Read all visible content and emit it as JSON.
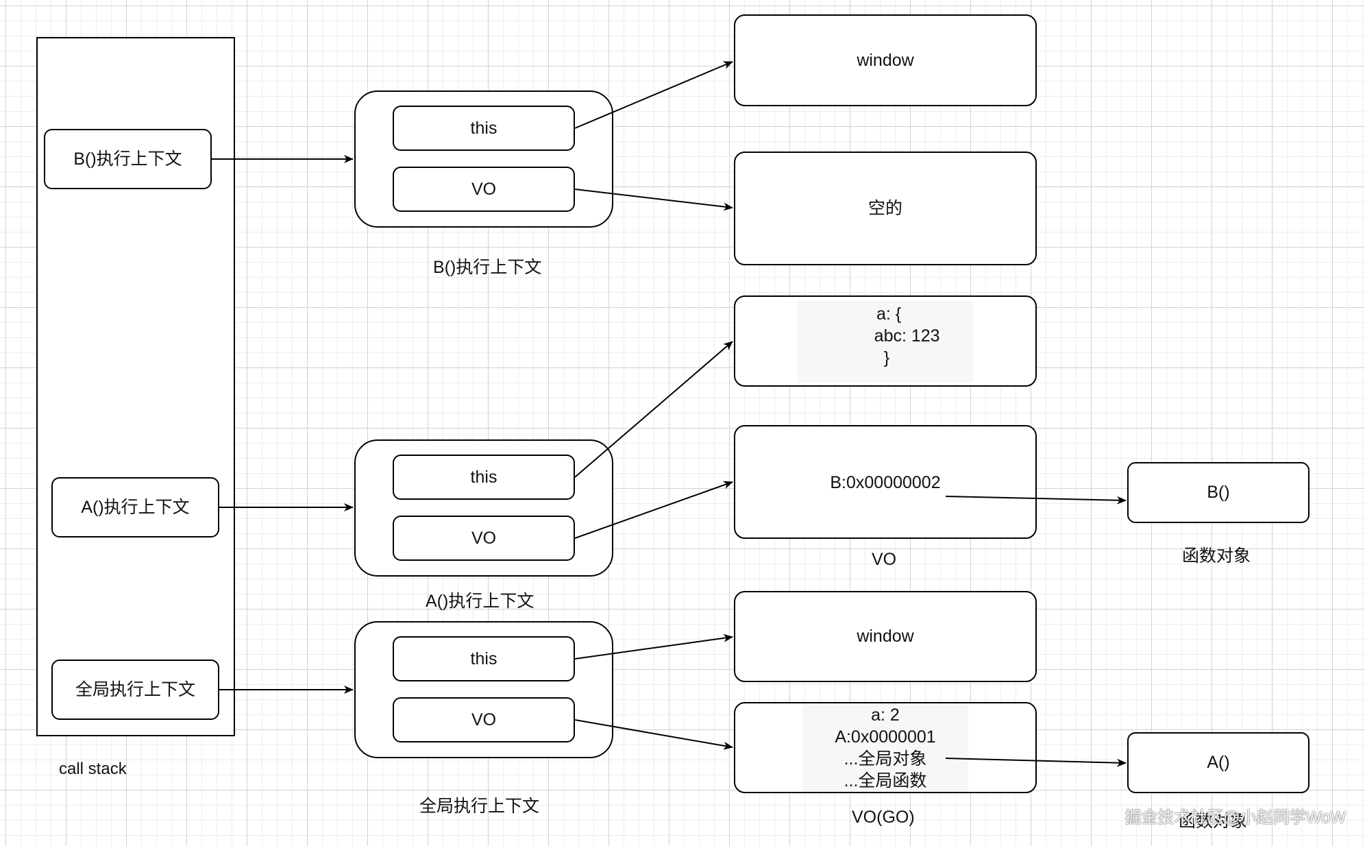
{
  "callstack": {
    "label": "call stack",
    "frames": {
      "b": "B()执行上下文",
      "a": "A()执行上下文",
      "global": "全局执行上下文"
    }
  },
  "contexts": {
    "b": {
      "caption": "B()执行上下文",
      "this_label": "this",
      "vo_label": "VO"
    },
    "a": {
      "caption": "A()执行上下文",
      "this_label": "this",
      "vo_label": "VO"
    },
    "global": {
      "caption": "全局执行上下文",
      "this_label": "this",
      "vo_label": "VO"
    }
  },
  "targets": {
    "b_this": "window",
    "b_vo": "空的",
    "a_this_lines": [
      "a: {",
      "      abc: 123",
      "    }"
    ],
    "a_vo": "B:0x00000002",
    "a_vo_caption": "VO",
    "global_this": "window",
    "global_vo_lines": [
      "a: 2",
      "A:0x0000001",
      "...全局对象",
      "...全局函数"
    ],
    "global_vo_caption": "VO(GO)"
  },
  "functions": {
    "b_func": "B()",
    "b_caption": "函数对象",
    "a_func": "A()",
    "a_caption": "函数对象"
  },
  "watermark": "掘金技术社区@小赵同学WoW"
}
